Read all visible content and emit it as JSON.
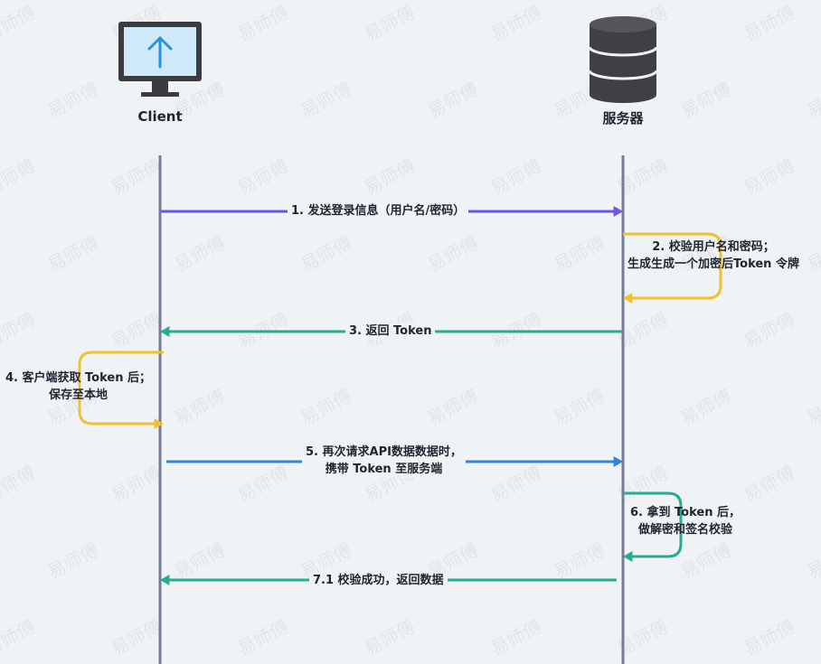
{
  "actors": {
    "client": {
      "name": "Client",
      "icon": "monitor-upload-icon"
    },
    "server": {
      "name": "服务器",
      "icon": "database-icon"
    }
  },
  "messages": [
    {
      "lines": [
        "1. 发送登录信息（用户名/密码）"
      ],
      "from": "client",
      "to": "server",
      "color": "#6f52e6"
    },
    {
      "lines": [
        "2. 校验用户名和密码；",
        "生成生成一个加密后Token 令牌"
      ],
      "from": "server",
      "to": "server",
      "color": "#f2c12e"
    },
    {
      "lines": [
        "3. 返回 Token"
      ],
      "from": "server",
      "to": "client",
      "color": "#27ab93"
    },
    {
      "lines": [
        "4. 客户端获取 Token 后；",
        "保存至本地"
      ],
      "from": "client",
      "to": "client",
      "color": "#f2c12e"
    },
    {
      "lines": [
        "5. 再次请求API数据数据时，",
        "携带 Token 至服务端"
      ],
      "from": "client",
      "to": "server",
      "color": "#2f86d8"
    },
    {
      "lines": [
        "6. 拿到 Token 后，",
        "做解密和签名校验"
      ],
      "from": "server",
      "to": "server",
      "color": "#27ab93"
    },
    {
      "lines": [
        "7.1 校验成功，返回数据"
      ],
      "from": "server",
      "to": "client",
      "color": "#27ab93"
    }
  ],
  "colors": {
    "lifeline": "#767c91",
    "monitor": "#3b3b40",
    "screen": "#cfe9fa",
    "arrow_icon": "#2a93d8",
    "database": "#3f3f44"
  },
  "watermark": "易师傅"
}
